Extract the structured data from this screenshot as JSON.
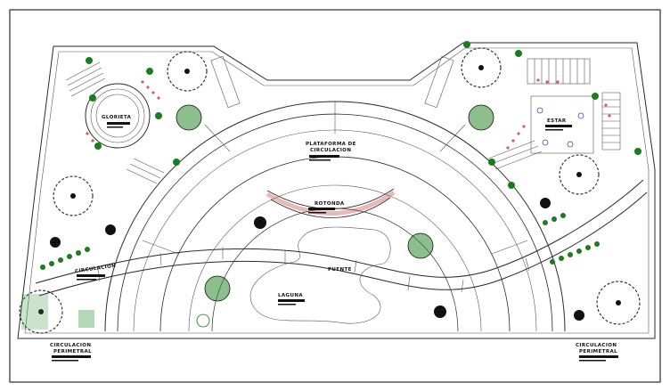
{
  "plan": {
    "labels": {
      "glorieta": "GLORIETA",
      "plataforma_line1": "PLATAFORMA DE",
      "plataforma_line2": "CIRCULACION",
      "rotonda": "ROTONDA",
      "puente": "PUENTE",
      "laguna": "LAGUNA",
      "estar": "ESTAR",
      "circulacion_left": "CIRCULACION",
      "perimetral_left_1": "CIRCULACION",
      "perimetral_left_2": "PERIMETRAL",
      "perimetral_right_1": "CIRCULACION",
      "perimetral_right_2": "PERIMETRAL"
    },
    "colors": {
      "linework": "#2a2a2a",
      "shrub": "#1e7a1e",
      "tree_ink": "#111111",
      "accent_red": "#c0392b",
      "flower_orange": "#d35400",
      "planter_blue": "#2c5aa0"
    }
  }
}
